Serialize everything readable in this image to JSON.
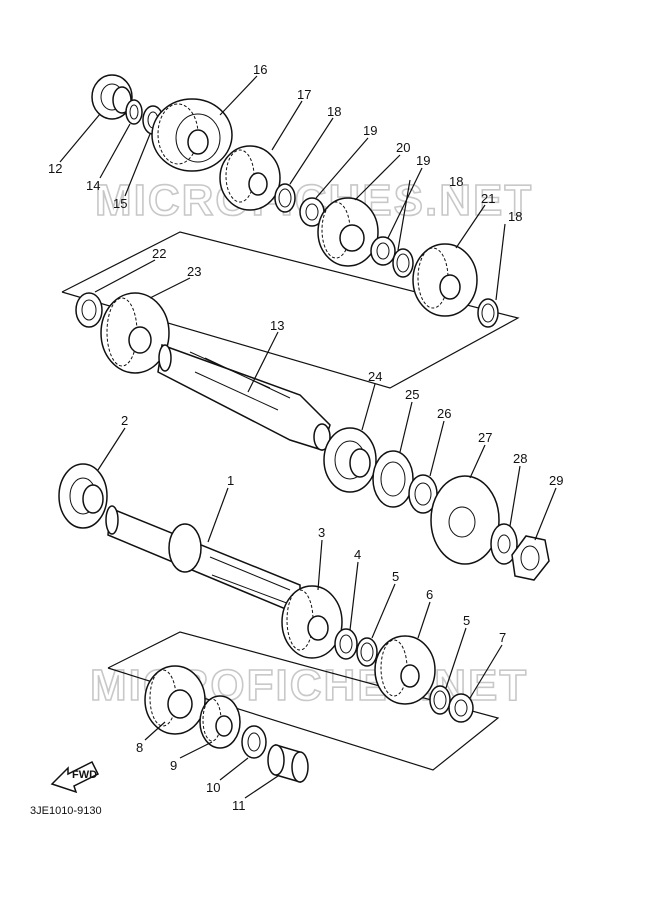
{
  "diagram": {
    "code": "3JE1010-9130",
    "fwd_label": "FWD",
    "watermarks": [
      "MICROFICHES.NET",
      "MICROFICHES.NET"
    ],
    "labels": [
      "1",
      "2",
      "3",
      "4",
      "5",
      "5",
      "6",
      "7",
      "8",
      "9",
      "10",
      "11",
      "12",
      "13",
      "14",
      "15",
      "16",
      "17",
      "18",
      "18",
      "18",
      "19",
      "19",
      "20",
      "21",
      "22",
      "23",
      "24",
      "25",
      "26",
      "27",
      "28",
      "29"
    ]
  }
}
